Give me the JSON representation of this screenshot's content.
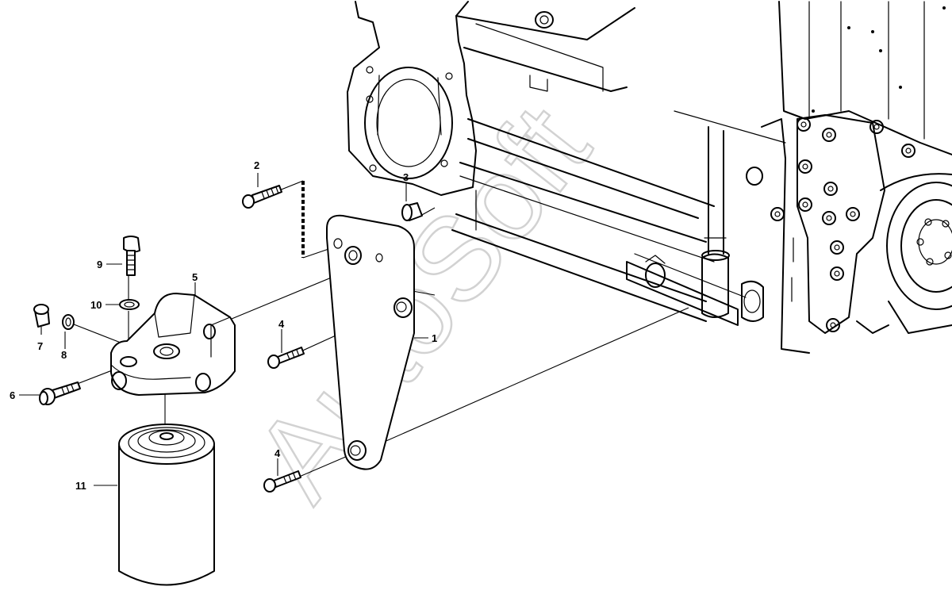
{
  "watermark": "AutoSoft",
  "callouts": [
    "1",
    "2",
    "3",
    "4",
    "4",
    "5",
    "6",
    "7",
    "8",
    "9",
    "10",
    "11"
  ]
}
